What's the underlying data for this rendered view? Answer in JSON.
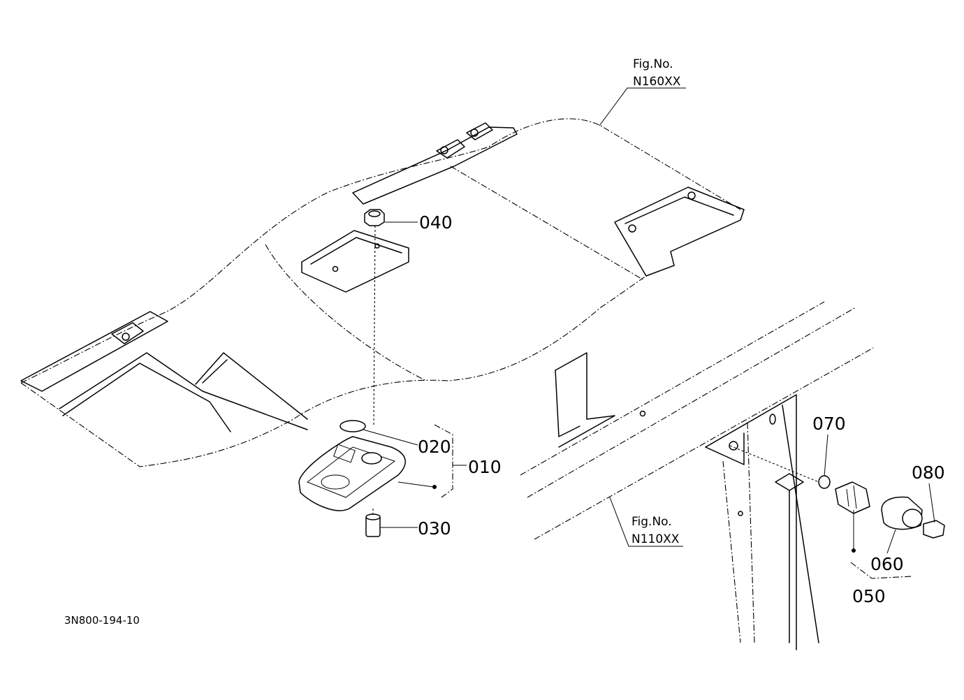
{
  "diagram": {
    "refs": {
      "upper": {
        "line1": "Fig.No.",
        "line2": "N160XX"
      },
      "lower": {
        "line1": "Fig.No.",
        "line2": "N110XX"
      }
    },
    "parts": {
      "p010": "010",
      "p020": "020",
      "p030": "030",
      "p040": "040",
      "p050": "050",
      "p060": "060",
      "p070": "070",
      "p080": "080"
    },
    "drawing_code": "3N800-194-10"
  }
}
